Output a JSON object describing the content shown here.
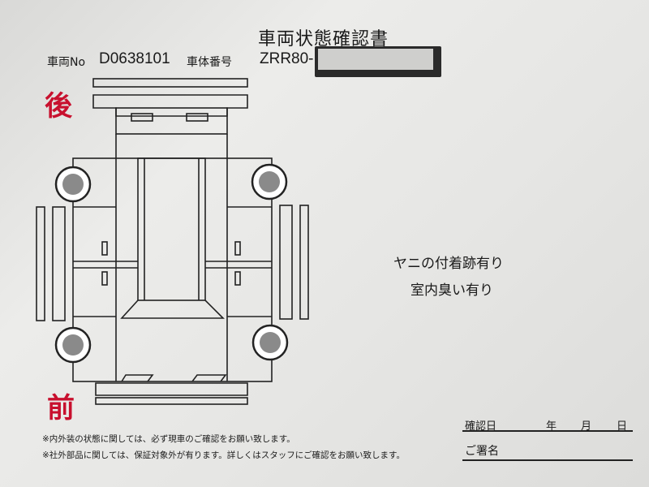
{
  "header": {
    "title": "車両状態確認書",
    "vehicle_no_label": "車両No",
    "vehicle_no": "D0638101",
    "chassis_label": "車体番号",
    "chassis_prefix": "ZRR80-"
  },
  "diagram": {
    "rear_label": "後",
    "front_label": "前",
    "accent_color": "#c8102e"
  },
  "notes": [
    "ヤニの付着跡有り",
    "室内臭い有り"
  ],
  "footer": {
    "disclaimers": [
      "※内外装の状態に関しては、必ず現車のご確認をお願い致します。",
      "※社外部品に関しては、保証対象外が有ります。詳しくはスタッフにご確認をお願い致します。"
    ]
  },
  "signature": {
    "date_label": "確認日",
    "year": "年",
    "month": "月",
    "day": "日",
    "name_label": "ご署名"
  }
}
